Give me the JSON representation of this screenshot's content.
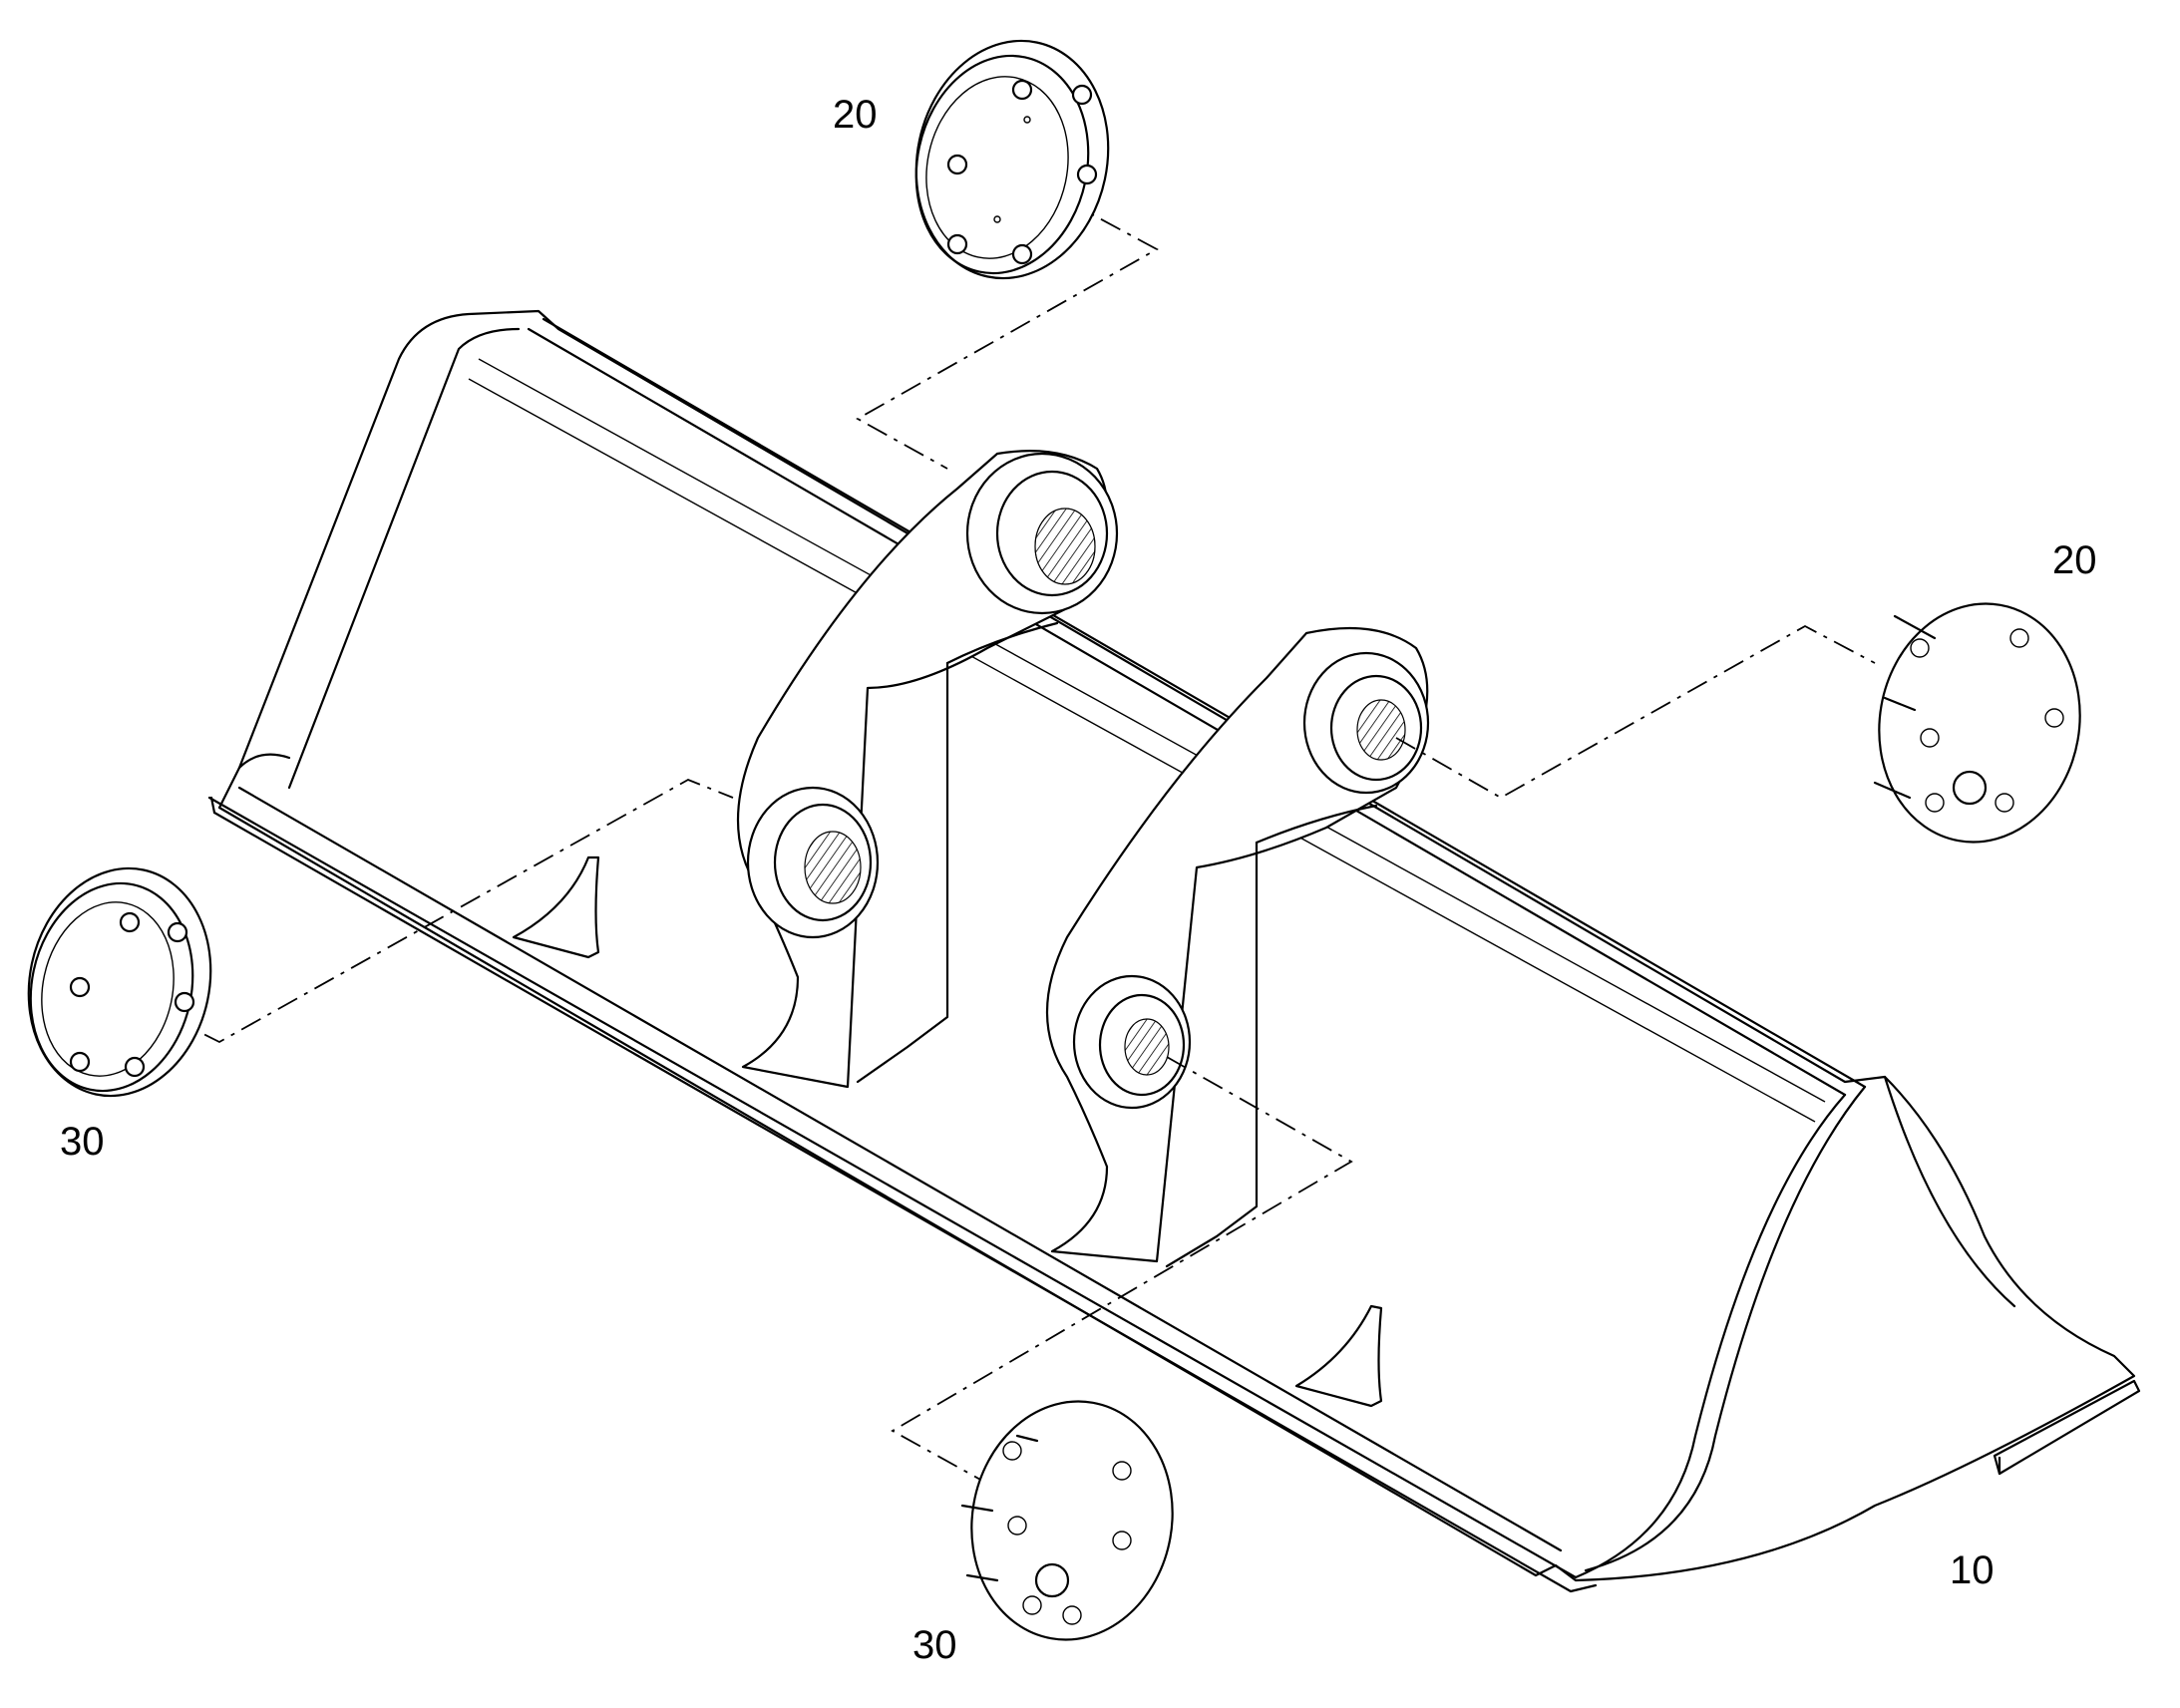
{
  "callouts": {
    "c1": "20",
    "c2": "20",
    "c3": "30",
    "c4": "30",
    "c5": "10"
  }
}
